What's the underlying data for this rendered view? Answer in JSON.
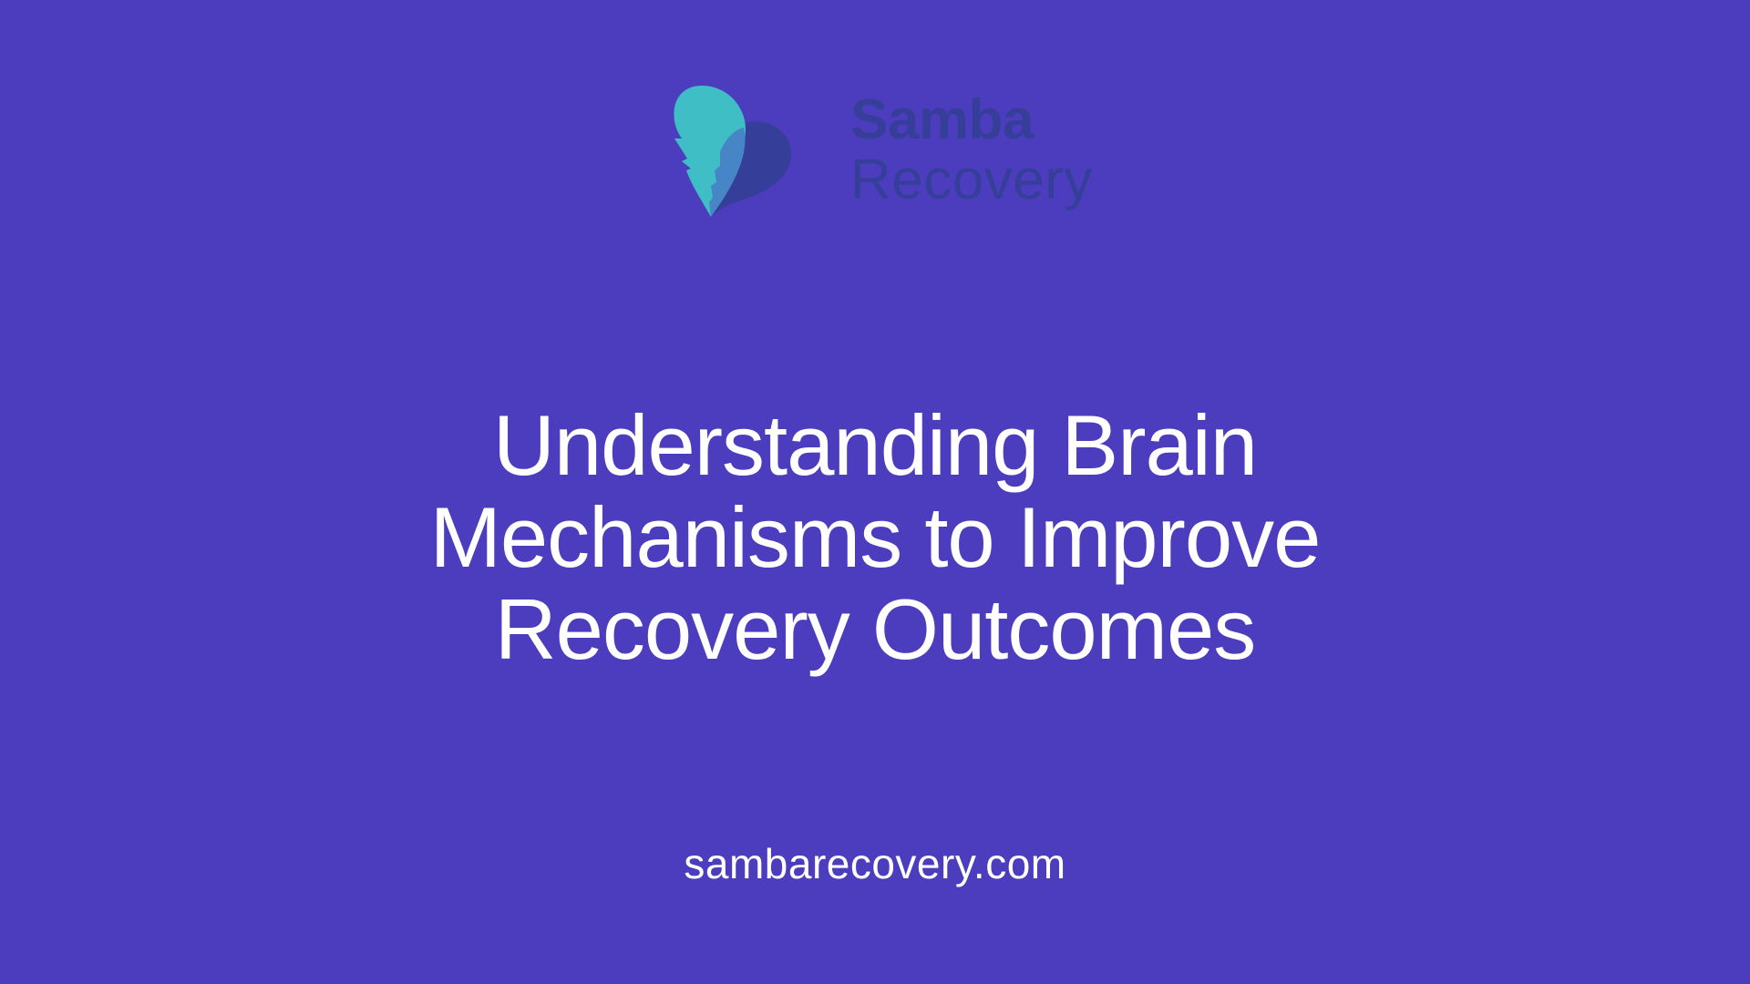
{
  "logo": {
    "icon": "feather-heart-icon",
    "brand_name_line1": "Samba",
    "brand_name_line2": "Recovery",
    "colors": {
      "teal": "#3fbec6",
      "mid_blue": "#4685c6",
      "dark_blue": "#353f99"
    }
  },
  "headline": {
    "lines": [
      "Understanding Brain",
      "Mechanisms to Improve",
      "Recovery Outcomes"
    ]
  },
  "footer": {
    "url": "sambarecovery.com"
  },
  "theme": {
    "background": "#4c3dbe",
    "text": "#ffffff"
  }
}
